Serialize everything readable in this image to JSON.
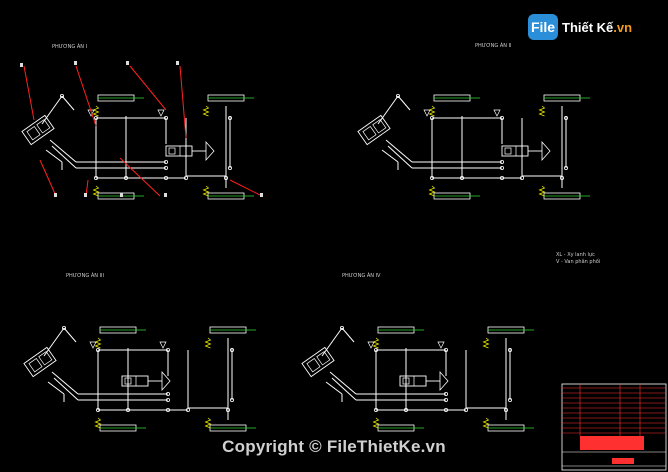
{
  "watermark": {
    "logo_mark": "File",
    "logo_text": "Thiết Kế",
    "logo_suffix": ".vn",
    "copyright": "Copyright © FileThietKe.vn"
  },
  "diagrams": [
    {
      "title": "PHƯƠNG ÁN I"
    },
    {
      "title": "PHƯƠNG ÁN II"
    },
    {
      "title": "PHƯƠNG ÁN III"
    },
    {
      "title": "PHƯƠNG ÁN IV"
    }
  ],
  "legend": {
    "line1": "XL - Xy lanh lực",
    "line2": "V - Van phân phối"
  },
  "colors": {
    "line": "#ffffff",
    "leader": "#ff2020",
    "green": "#2fd02f",
    "yellow": "#e8e800",
    "titleblock": "#ff3030"
  }
}
